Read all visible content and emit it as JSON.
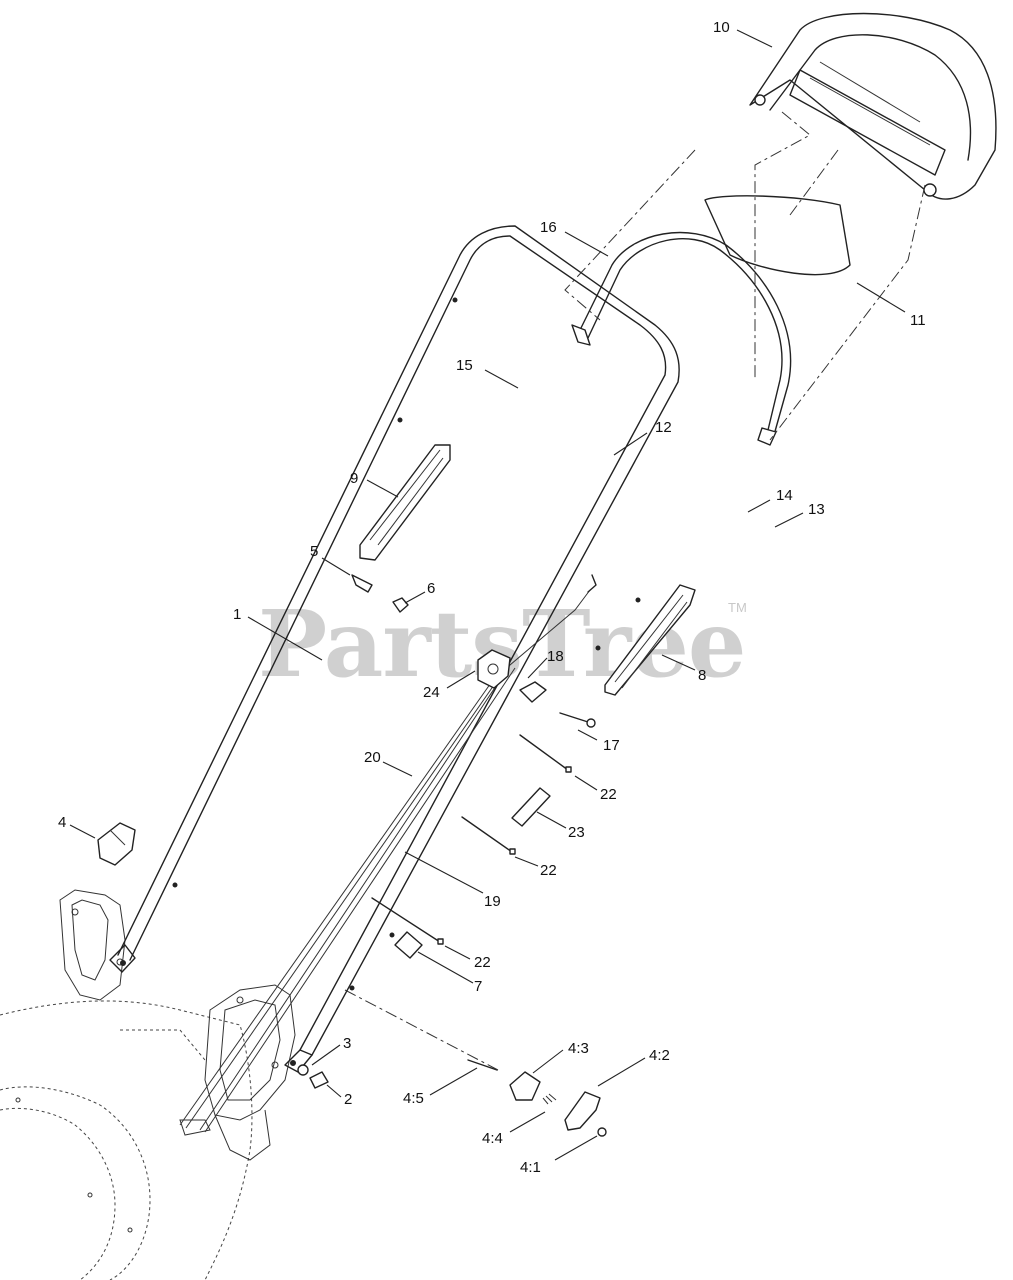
{
  "watermark": {
    "text": "PartsTree",
    "tm": "TM"
  },
  "callouts": [
    {
      "id": "c10",
      "label": "10"
    },
    {
      "id": "c16",
      "label": "16"
    },
    {
      "id": "c11",
      "label": "11"
    },
    {
      "id": "c15",
      "label": "15"
    },
    {
      "id": "c12",
      "label": "12"
    },
    {
      "id": "c9",
      "label": "9"
    },
    {
      "id": "c14",
      "label": "14"
    },
    {
      "id": "c13",
      "label": "13"
    },
    {
      "id": "c5",
      "label": "5"
    },
    {
      "id": "c6",
      "label": "6"
    },
    {
      "id": "c1",
      "label": "1"
    },
    {
      "id": "c18",
      "label": "18"
    },
    {
      "id": "c8",
      "label": "8"
    },
    {
      "id": "c24",
      "label": "24"
    },
    {
      "id": "c17",
      "label": "17"
    },
    {
      "id": "c20",
      "label": "20"
    },
    {
      "id": "c22a",
      "label": "22"
    },
    {
      "id": "c4",
      "label": "4"
    },
    {
      "id": "c23",
      "label": "23"
    },
    {
      "id": "c22b",
      "label": "22"
    },
    {
      "id": "c19",
      "label": "19"
    },
    {
      "id": "c22c",
      "label": "22"
    },
    {
      "id": "c7",
      "label": "7"
    },
    {
      "id": "c3",
      "label": "3"
    },
    {
      "id": "c43",
      "label": "4:3"
    },
    {
      "id": "c42",
      "label": "4:2"
    },
    {
      "id": "c2",
      "label": "2"
    },
    {
      "id": "c45",
      "label": "4:5"
    },
    {
      "id": "c44",
      "label": "4:4"
    },
    {
      "id": "c41",
      "label": "4:1"
    }
  ]
}
